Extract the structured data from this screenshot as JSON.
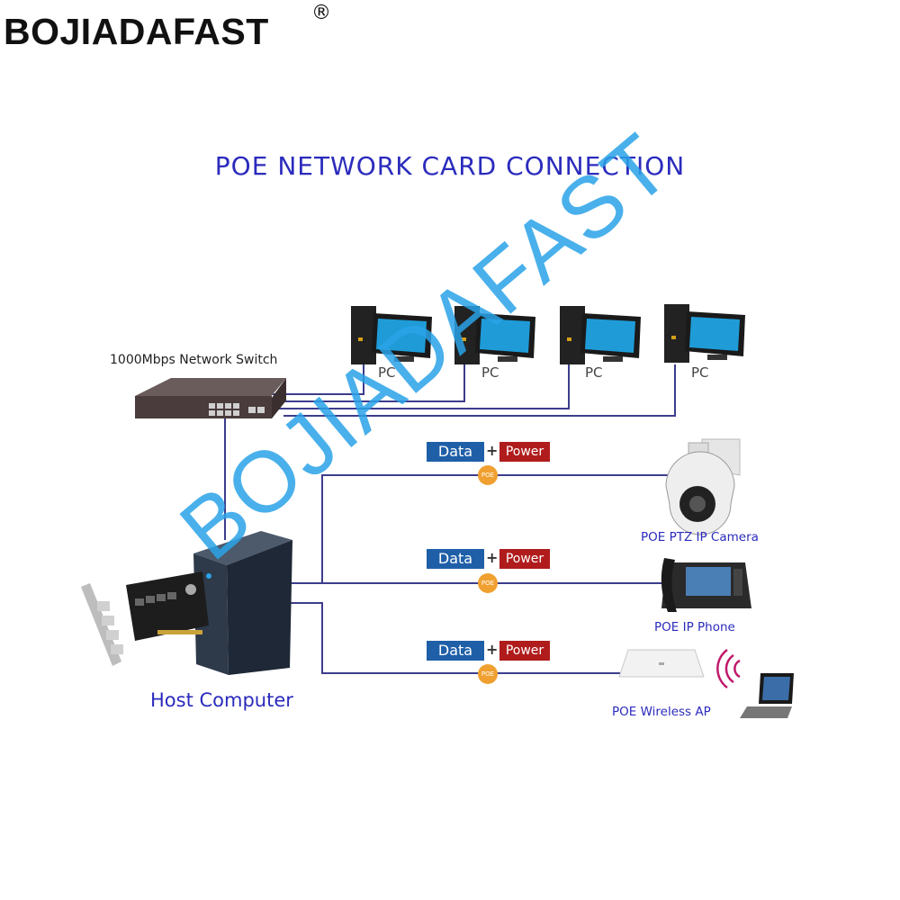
{
  "brand": {
    "name": "BOJIADAFAST",
    "registered_mark": "®"
  },
  "title": "POE NETWORK CARD CONNECTION",
  "switch_label": "1000Mbps Network Switch",
  "pcs": [
    {
      "label": "PC"
    },
    {
      "label": "PC"
    },
    {
      "label": "PC"
    },
    {
      "label": "PC"
    }
  ],
  "links": [
    {
      "data_label": "Data",
      "plus": "+",
      "power_label": "Power",
      "poe_badge": "POE",
      "device": "POE PTZ IP Camera"
    },
    {
      "data_label": "Data",
      "plus": "+",
      "power_label": "Power",
      "poe_badge": "POE",
      "device": "POE IP Phone"
    },
    {
      "data_label": "Data",
      "plus": "+",
      "power_label": "Power",
      "poe_badge": "POE",
      "device": "POE Wireless AP"
    }
  ],
  "host_label": "Host Computer",
  "watermark": "BOJIADAFAST",
  "colors": {
    "title": "#2b2bbd",
    "line": "#3c3c8c",
    "data_tag": "#1f5fa8",
    "power_tag": "#b01c1c",
    "poe_badge": "#f0a030",
    "watermark": "#2aa3e8"
  }
}
